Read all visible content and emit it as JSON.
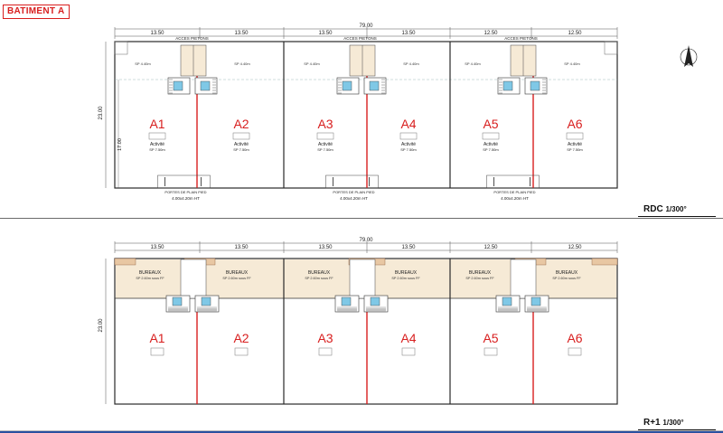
{
  "title": "BATIMENT A",
  "views": [
    {
      "label": "RDC",
      "scale": "1/300°",
      "overall_dim": "79.00",
      "bay_dims": [
        "13.50",
        "13.50",
        "13.50",
        "13.50",
        "12.50",
        "12.50"
      ],
      "height_dims": [
        "23.00",
        "17.00",
        "23.00"
      ],
      "top_annotation": "ACCES PIETONS",
      "door_text": [
        "PORTES DE PLAIN PIED",
        "4.00x4.20m HT"
      ],
      "lots": [
        "A1",
        "A2",
        "A3",
        "A4",
        "A5",
        "A6"
      ],
      "room_text": [
        "Activité",
        "SP 7.50m"
      ],
      "space_label": "SP 4.40m"
    },
    {
      "label": "R+1",
      "scale": "1/300°",
      "overall_dim": "79.00",
      "bay_dims": [
        "13.50",
        "13.50",
        "13.50",
        "13.50",
        "12.50",
        "12.50"
      ],
      "height_dim": "23.00",
      "office_label": "BUREAUX",
      "office_sub": "SP 2.60m sous FF",
      "lots": [
        "A1",
        "A2",
        "A3",
        "A4",
        "A5",
        "A6"
      ]
    }
  ],
  "colors": {
    "accent": "#d81e1e",
    "office": "#f6ead6",
    "stair": "#7fc8e6",
    "outline": "#2a2a2a"
  }
}
